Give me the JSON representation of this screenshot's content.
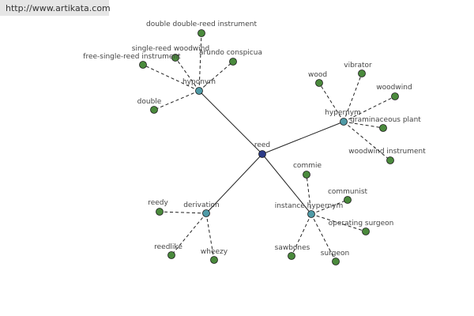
{
  "source_url": "http://www.artikata.com",
  "colors": {
    "edge": "#222222",
    "center_node": "#2b3a87",
    "relation_node": "#4f9aa6",
    "leaf_node": "#4a8a3c",
    "node_stroke": "#1a1a1a",
    "label": "#444444",
    "banner_bg": "#e6e6e6"
  },
  "graph": {
    "center": {
      "label": "reed"
    },
    "relations": [
      {
        "label": "hyponym",
        "leaves": [
          "double double-reed instrument",
          "single-reed woodwind",
          "arundo conspicua",
          "free-single-reed instrument",
          "double"
        ]
      },
      {
        "label": "hypernym",
        "leaves": [
          "wood",
          "vibrator",
          "woodwind",
          "graminaceous plant",
          "woodwind instrument"
        ]
      },
      {
        "label": "derivation",
        "leaves": [
          "reedy",
          "reedlike",
          "wheezy"
        ]
      },
      {
        "label": "instance hypernym",
        "leaves": [
          "commie",
          "communist",
          "operating surgeon",
          "sawbones",
          "surgeon"
        ]
      }
    ]
  }
}
